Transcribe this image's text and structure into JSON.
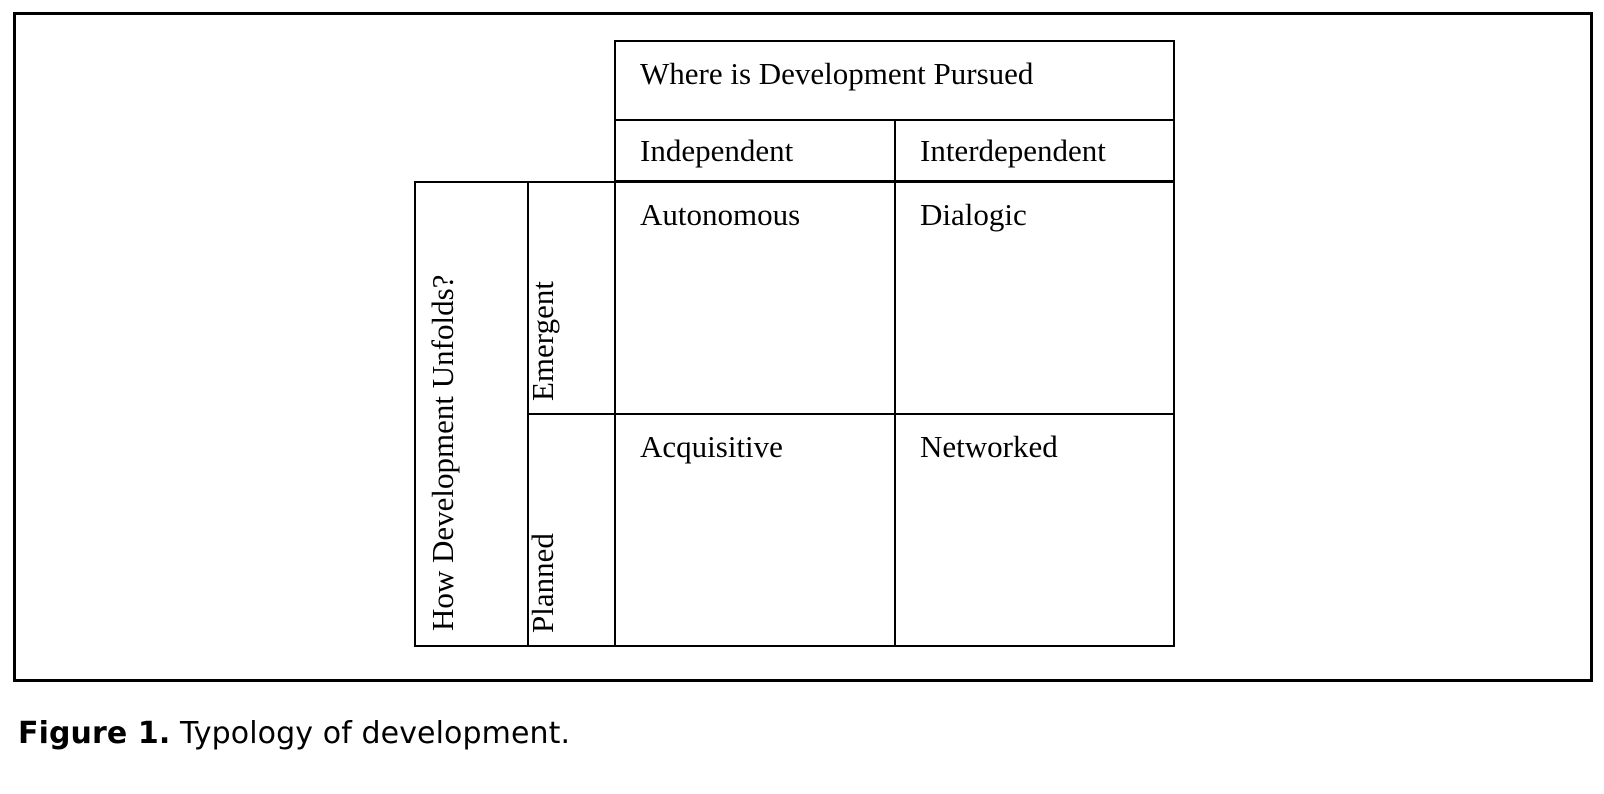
{
  "figure": {
    "caption_label": "Figure 1.",
    "caption_text": "Typology of development.",
    "border_color": "#000000",
    "background_color": "#ffffff"
  },
  "table": {
    "column_group_header": "Where is Development Pursued",
    "row_group_header": "How Development Unfolds?",
    "column_headers": [
      "Independent",
      "Interdependent"
    ],
    "row_headers": [
      "Emergent",
      "Planned"
    ],
    "cells": [
      {
        "row": "Emergent",
        "values": [
          "Autonomous",
          "Dialogic"
        ]
      },
      {
        "row": "Planned",
        "values": [
          "Acquisitive",
          "Networked"
        ]
      }
    ]
  }
}
